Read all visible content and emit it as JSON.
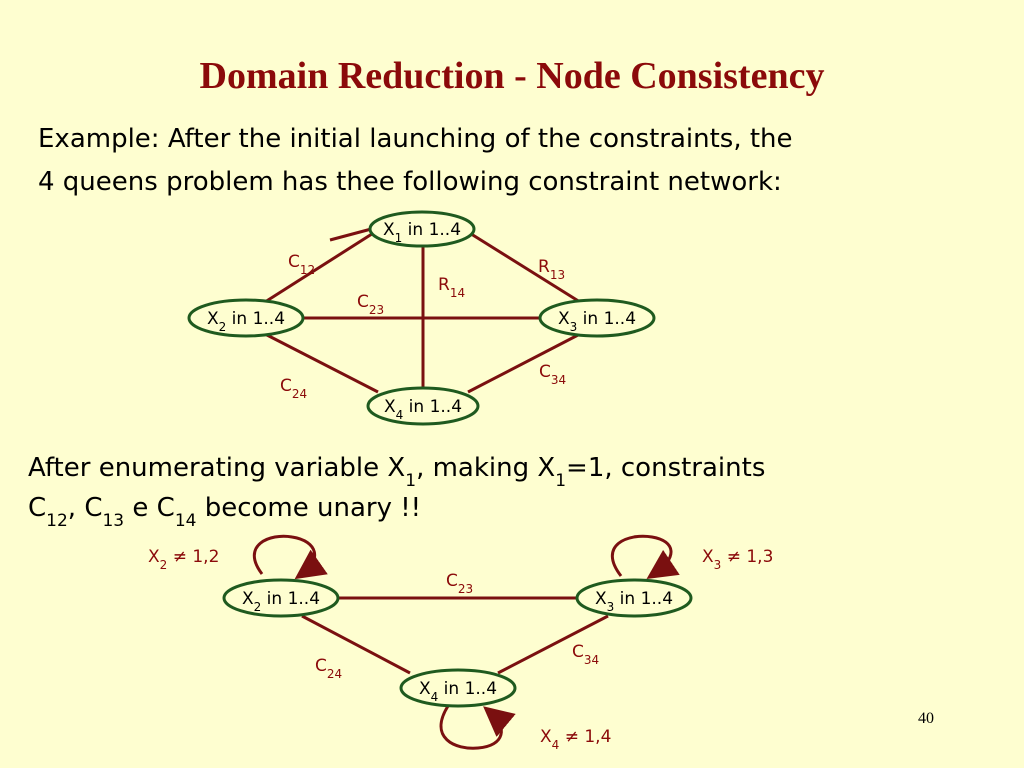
{
  "title": "Domain Reduction - Node Consistency",
  "intro": {
    "line1": "Example: After the initial launching of the constraints, the",
    "line2": "4 queens problem has thee following constraint network:"
  },
  "graph1": {
    "x1": {
      "var": "X",
      "sub": "1",
      "rest": " in 1..4"
    },
    "x2": {
      "var": "X",
      "sub": "2",
      "rest": " in 1..4"
    },
    "x3": {
      "var": "X",
      "sub": "3",
      "rest": " in 1..4"
    },
    "x4": {
      "var": "X",
      "sub": "4",
      "rest": " in 1..4"
    },
    "c12": {
      "name": "C",
      "sub": "12"
    },
    "r13": {
      "name": "R",
      "sub": "13"
    },
    "r14": {
      "name": "R",
      "sub": "14"
    },
    "c23": {
      "name": "C",
      "sub": "23"
    },
    "c24": {
      "name": "C",
      "sub": "24"
    },
    "c34": {
      "name": "C",
      "sub": "34"
    }
  },
  "after": {
    "l1_a": "After  enumerating   variable  X",
    "l1_sub1": "1",
    "l1_b": ",  making  X",
    "l1_sub2": "1",
    "l1_c": "=1,  constraints",
    "l2_a": "C",
    "l2_sub1": "12",
    "l2_b": ", C",
    "l2_sub2": "13",
    "l2_c": " e C",
    "l2_sub3": "14",
    "l2_d": " become unary !!"
  },
  "graph2": {
    "x2": {
      "var": "X",
      "sub": "2",
      "rest": " in 1..4"
    },
    "x3": {
      "var": "X",
      "sub": "3",
      "rest": " in 1..4"
    },
    "x4": {
      "var": "X",
      "sub": "4",
      "rest": " in 1..4"
    },
    "c23": {
      "name": "C",
      "sub": "23"
    },
    "c24": {
      "name": "C",
      "sub": "24"
    },
    "c34": {
      "name": "C",
      "sub": "34"
    },
    "u2": {
      "var": "X",
      "sub": "2",
      "rest": " ≠ 1,2"
    },
    "u3": {
      "var": "X",
      "sub": "3",
      "rest": " ≠ 1,3"
    },
    "u4": {
      "var": "X",
      "sub": "4",
      "rest": " ≠ 1,4"
    }
  },
  "page_number": "40",
  "colors": {
    "title": "#8b0a0a",
    "edge": "#7a1010",
    "node_border": "#1f5a1f",
    "background": "#fefed0"
  }
}
